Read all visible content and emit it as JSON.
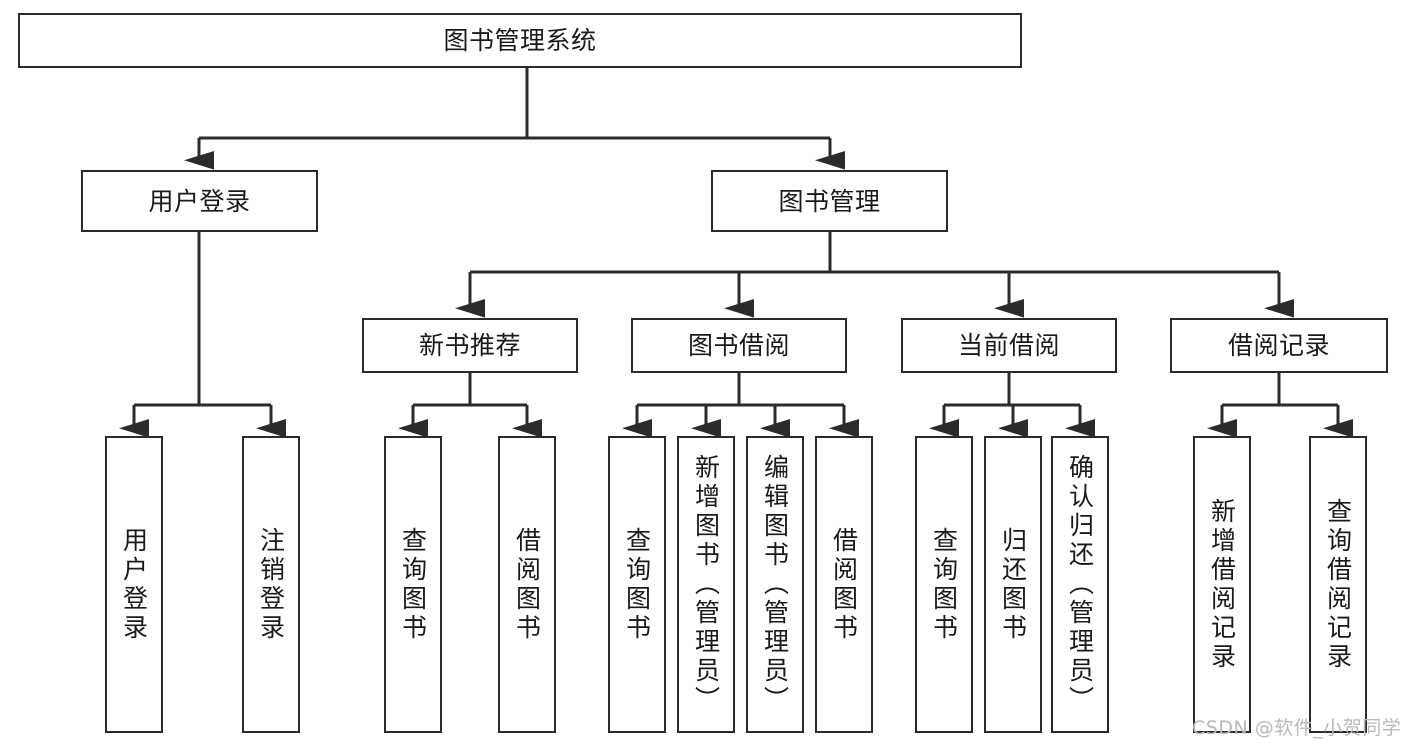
{
  "diagram": {
    "title": "图书管理系统",
    "type": "tree-hierarchy-chart",
    "colors": {
      "box_border": "#2b2b2b",
      "box_fill": "#ffffff",
      "connector": "#2b2b2b",
      "text": "#1a1a1a",
      "watermark": "#b9b9b9",
      "background": "#ffffff"
    }
  },
  "nodes": {
    "root": {
      "label": "图书管理系统"
    },
    "level2": [
      {
        "id": "user-login",
        "label": "用户登录"
      },
      {
        "id": "book-manage",
        "label": "图书管理"
      }
    ],
    "level3": [
      {
        "id": "new-book-recommend",
        "label": "新书推荐"
      },
      {
        "id": "book-borrow",
        "label": "图书借阅"
      },
      {
        "id": "current-borrow",
        "label": "当前借阅"
      },
      {
        "id": "borrow-record",
        "label": "借阅记录"
      }
    ],
    "level4": [
      {
        "id": "leaf-user-login",
        "label": "用户登录",
        "parent": "user-login"
      },
      {
        "id": "leaf-logout-login",
        "label": "注销登录",
        "parent": "user-login"
      },
      {
        "id": "leaf-query-book-1",
        "label": "查询图书",
        "parent": "new-book-recommend"
      },
      {
        "id": "leaf-borrow-book-1",
        "label": "借阅图书",
        "parent": "new-book-recommend"
      },
      {
        "id": "leaf-query-book-2",
        "label": "查询图书",
        "parent": "book-borrow"
      },
      {
        "id": "leaf-add-book",
        "label": "新增图书（管理员）",
        "parent": "book-borrow"
      },
      {
        "id": "leaf-edit-book",
        "label": "编辑图书（管理员）",
        "parent": "book-borrow"
      },
      {
        "id": "leaf-borrow-book-2",
        "label": "借阅图书",
        "parent": "book-borrow"
      },
      {
        "id": "leaf-query-book-3",
        "label": "查询图书",
        "parent": "current-borrow"
      },
      {
        "id": "leaf-return-book",
        "label": "归还图书",
        "parent": "current-borrow"
      },
      {
        "id": "leaf-confirm-return",
        "label": "确认归还（管理员）",
        "parent": "current-borrow"
      },
      {
        "id": "leaf-add-record",
        "label": "新增借阅记录",
        "parent": "borrow-record"
      },
      {
        "id": "leaf-query-record",
        "label": "查询借阅记录",
        "parent": "borrow-record"
      }
    ]
  },
  "watermark": {
    "text": "CSDN @软件_小贺同学"
  }
}
